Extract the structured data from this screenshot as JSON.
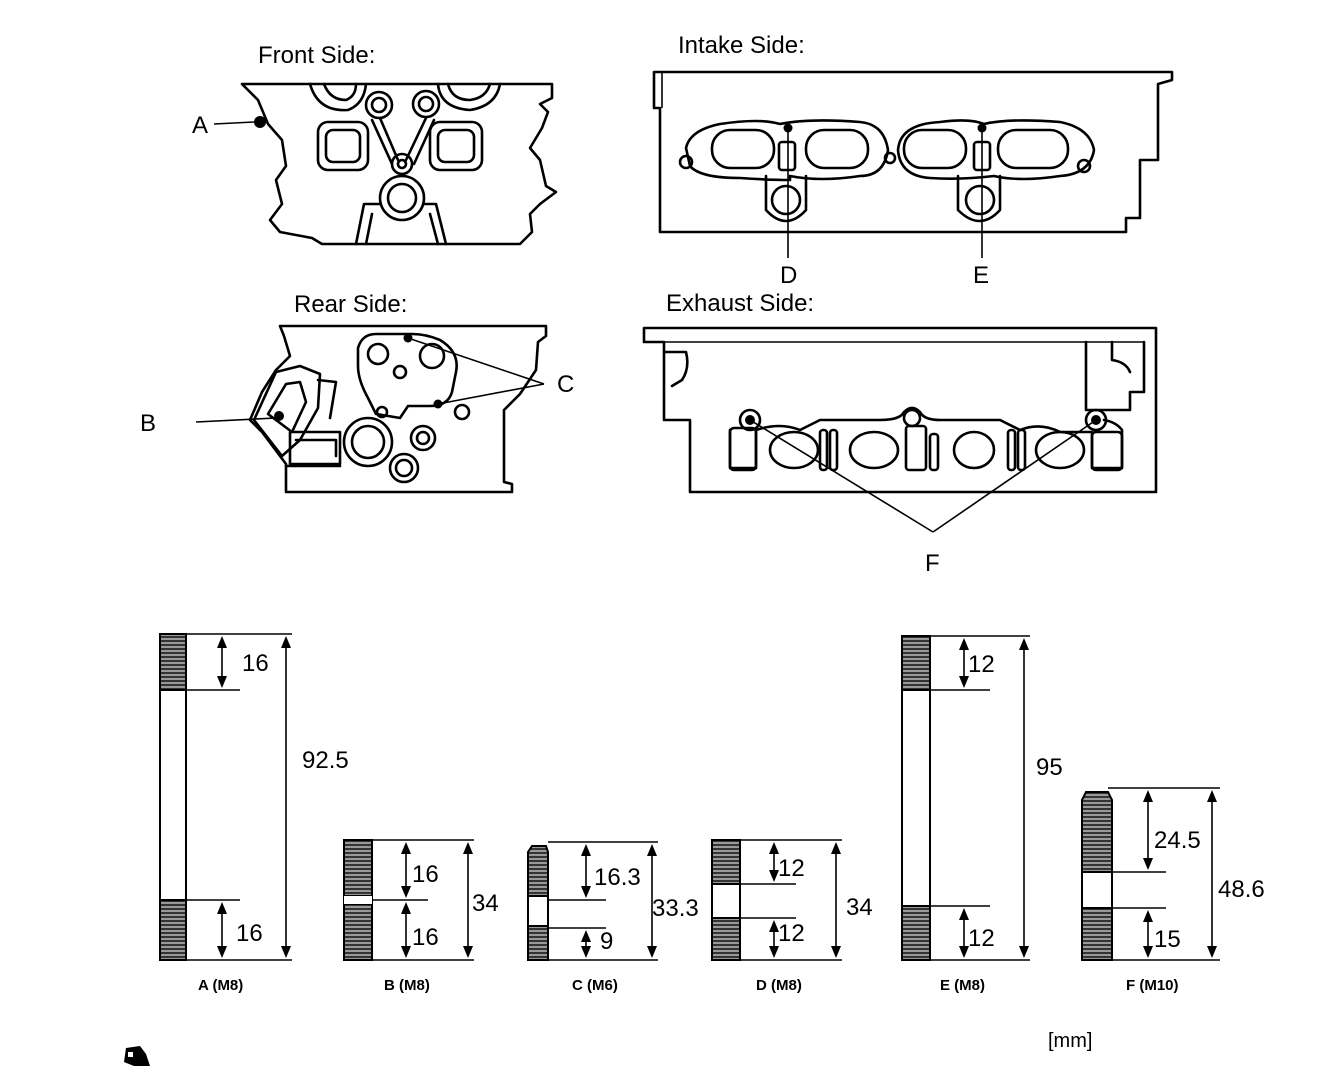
{
  "views": {
    "front": "Front Side:",
    "intake": "Intake Side:",
    "rear": "Rear Side:",
    "exhaust": "Exhaust Side:"
  },
  "callouts": {
    "a": "A",
    "b": "B",
    "c": "C",
    "d": "D",
    "e": "E",
    "f": "F"
  },
  "studs": {
    "a": {
      "caption": "A (M8)",
      "top": "16",
      "bottom": "16",
      "total": "92.5"
    },
    "b": {
      "caption": "B (M8)",
      "top": "16",
      "bottom": "16",
      "total": "34"
    },
    "c": {
      "caption": "C (M6)",
      "top": "16.3",
      "bottom": "9",
      "total": "33.3"
    },
    "d": {
      "caption": "D (M8)",
      "top": "12",
      "bottom": "12",
      "total": "34"
    },
    "e": {
      "caption": "E (M8)",
      "top": "12",
      "bottom": "12",
      "total": "95"
    },
    "f": {
      "caption": "F (M10)",
      "top": "24.5",
      "bottom": "15",
      "total": "48.6"
    }
  },
  "unit": "[mm]"
}
